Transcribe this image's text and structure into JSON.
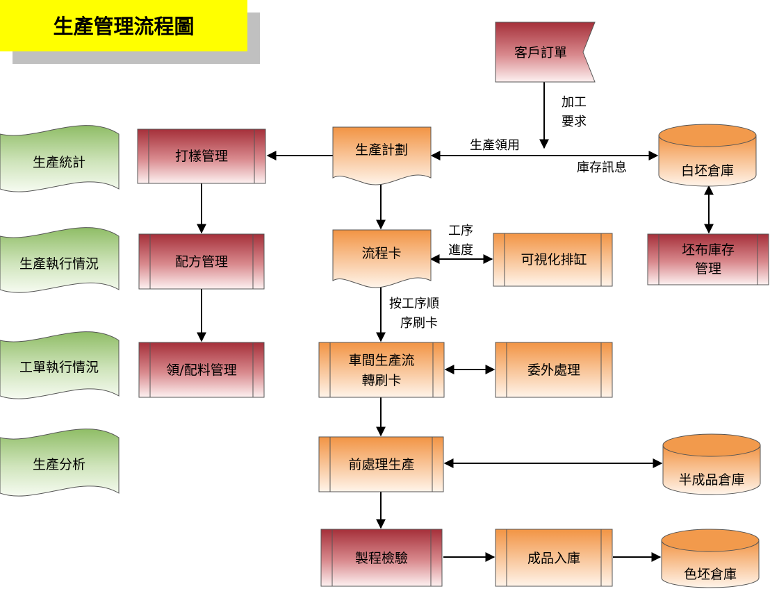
{
  "title": "生產管理流程圖",
  "nodes": {
    "customer_order": "客戶訂單",
    "production_plan": "生產計劃",
    "sampling_mgmt": "打樣管理",
    "recipe_mgmt": "配方管理",
    "material_mgmt": "領/配料管理",
    "flow_card": "流程卡",
    "visual_dyeing": "可視化排缸",
    "workshop_line1": "車間生產流",
    "workshop_line2": "轉刷卡",
    "outsourcing": "委外處理",
    "pretreatment": "前處理生產",
    "process_inspection": "製程檢驗",
    "finished_storage": "成品入庫",
    "greige_warehouse": "白坯倉庫",
    "greige_stock_line1": "坯布庫存",
    "greige_stock_line2": "管理",
    "semi_warehouse": "半成品倉庫",
    "color_warehouse": "色坯倉庫"
  },
  "reports": [
    "生產統計",
    "生產執行情況",
    "工單執行情況",
    "生產分析"
  ],
  "edge_labels": {
    "processing_req_1": "加工",
    "processing_req_2": "要求",
    "production_use": "生產領用",
    "inventory_info": "庫存訊息",
    "process_progress_1": "工序",
    "process_progress_2": "進度",
    "swipe_seq_1": "按工序順",
    "swipe_seq_2": "序刷卡"
  },
  "colors": {
    "title_bg": "#ffff00",
    "title_shadow": "#c0c0c0",
    "red_top": "#a8323c",
    "red_bottom": "#fbeaea",
    "orange_top": "#f39a4a",
    "orange_bottom": "#fff1e6",
    "green_top": "#93bf6a",
    "green_bottom": "#f4f9ee",
    "line": "#000000"
  }
}
